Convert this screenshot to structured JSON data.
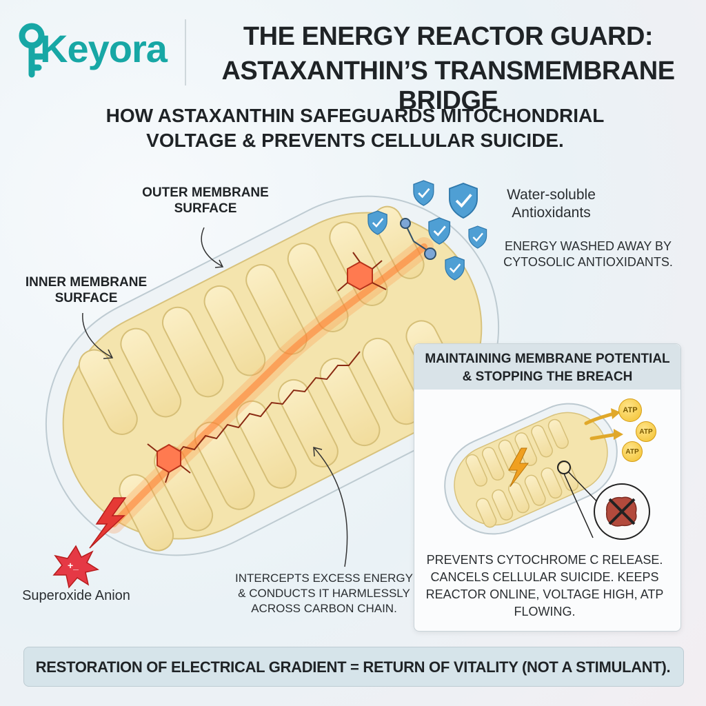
{
  "brand": {
    "name": "Keyora",
    "color": "#17a7a5"
  },
  "title": {
    "line1": "THE ENERGY REACTOR GUARD:",
    "line2": "ASTAXANTHIN’S TRANSMEMBRANE BRIDGE"
  },
  "subtitle": {
    "line1": "HOW ASTAXANTHIN SAFEGUARDS MITOCHONDRIAL",
    "line2": "VOLTAGE & PREVENTS CELLULAR SUICIDE."
  },
  "labels": {
    "outer_membrane": "OUTER MEMBRANE SURFACE",
    "inner_membrane": "INNER MEMBRANE SURFACE",
    "water_soluble": "Water-soluble Antioxidants",
    "energy_washed": "ENERGY WASHED AWAY BY CYTOSOLIC ANTIOXIDANTS.",
    "superoxide": "Superoxide Anion",
    "superoxide_charge": "+_",
    "intercepts": "INTERCEPTS EXCESS ENERGY & CONDUCTS IT HARMLESSLY ACROSS CARBON CHAIN."
  },
  "panel": {
    "title_line1": "MAINTAINING MEMBRANE POTENTIAL",
    "title_line2": "& STOPPING THE BREACH",
    "atp_label": "ATP",
    "description": "PREVENTS CYTOCHROME C RELEASE. CANCELS CELLULAR SUICIDE. KEEPS REACTOR ONLINE, VOLTAGE HIGH, ATP FLOWING."
  },
  "banner": {
    "text": "RESTORATION OF ELECTRICAL GRADIENT = RETURN OF VITALITY (NOT A STIMULANT)."
  },
  "colors": {
    "membrane_fill": "#f7e7b4",
    "membrane_stroke": "#d9c27a",
    "glow": "#ff8a3d",
    "shield": "#4f9fd4",
    "lightning": "#e53935"
  }
}
